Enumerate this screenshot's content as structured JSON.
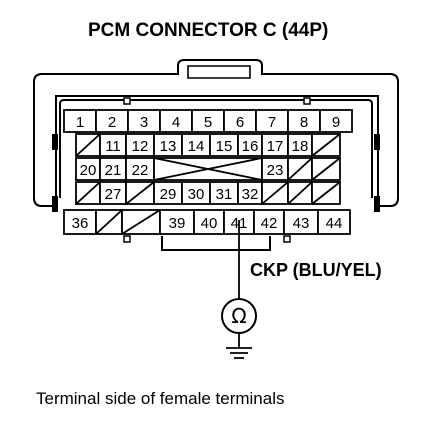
{
  "title": "PCM CONNECTOR C (44P)",
  "probe_label": "CKP (BLU/YEL)",
  "caption": "Terminal side of female terminals",
  "meter_symbol": "Ω",
  "terminals": {
    "row1": [
      "1",
      "2",
      "3",
      "4",
      "5",
      "6",
      "7",
      "8",
      "9"
    ],
    "row2": [
      "11",
      "12",
      "13",
      "14",
      "15",
      "16",
      "17",
      "18"
    ],
    "row3": [
      "20",
      "21",
      "22",
      "23"
    ],
    "row4": [
      "27",
      "29",
      "30",
      "31",
      "32"
    ],
    "row5": [
      "36",
      "39",
      "40",
      "41",
      "42",
      "43",
      "44"
    ]
  },
  "probe_terminal": "41"
}
